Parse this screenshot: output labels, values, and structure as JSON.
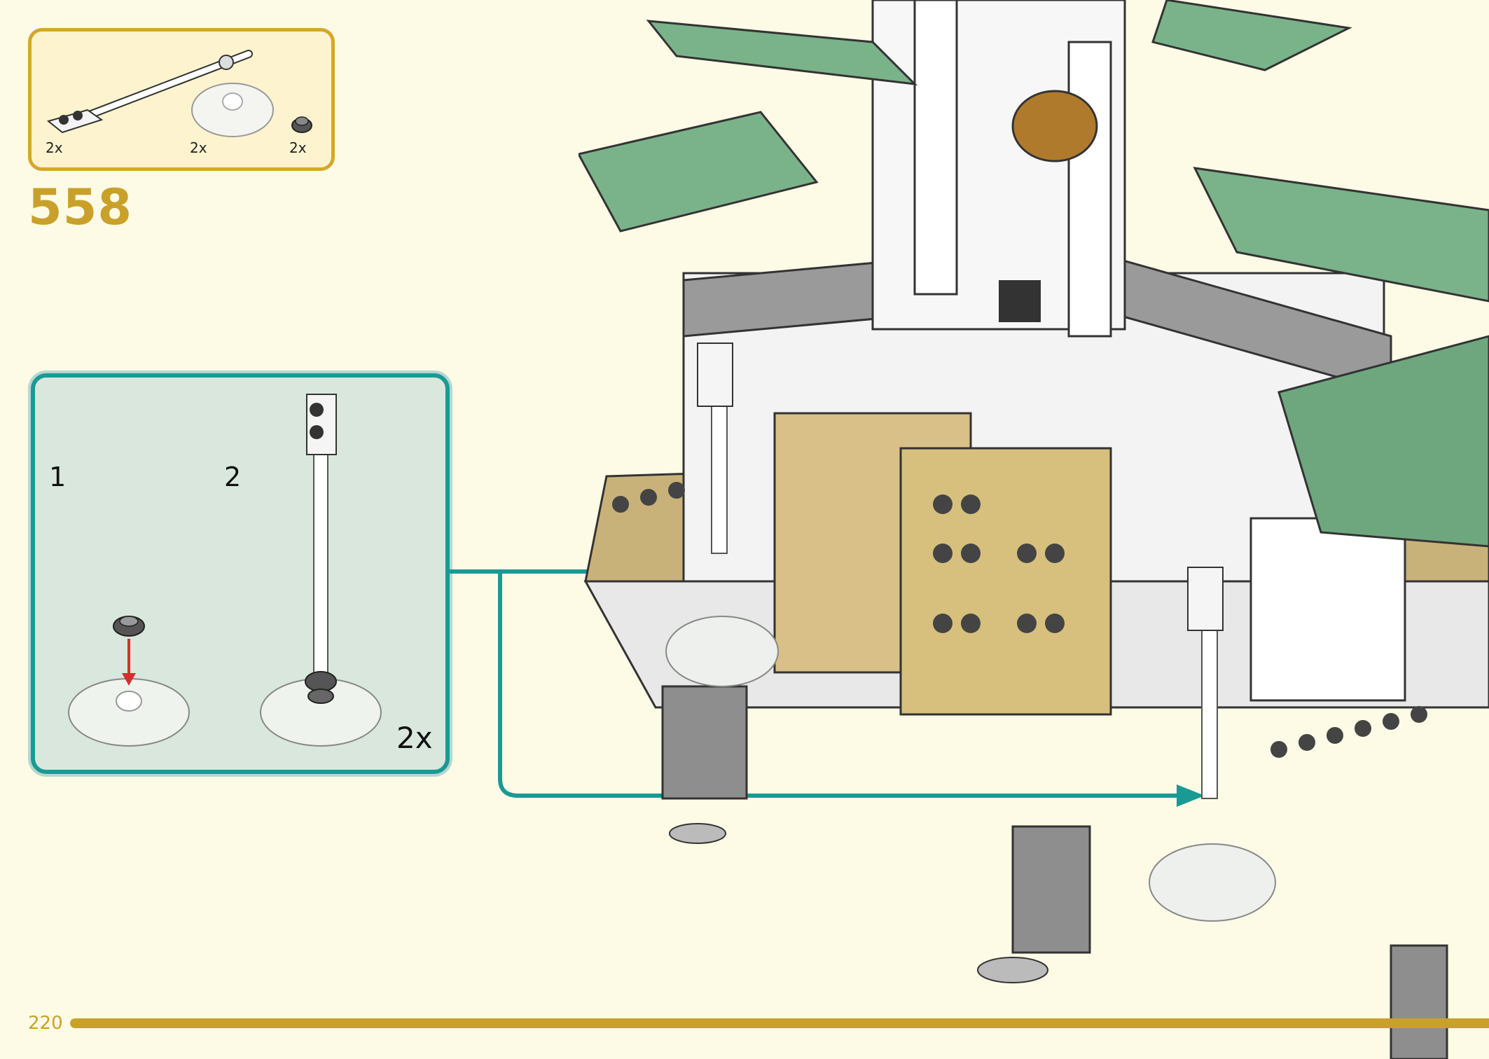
{
  "parts_list": {
    "items": [
      {
        "name": "plate-with-bar",
        "qty": "2x"
      },
      {
        "name": "transparent-round-dish",
        "qty": "2x"
      },
      {
        "name": "round-stud",
        "qty": "2x"
      }
    ]
  },
  "step": {
    "number": "558"
  },
  "substeps": {
    "labels": [
      "1",
      "2"
    ],
    "multiplier": "2x"
  },
  "page": {
    "number": "220",
    "progress": 1.0
  },
  "colors": {
    "accent": "#c9a12a",
    "panel_border": "#1a9a94",
    "arrow": "#1a9a94",
    "insert_arrow": "#d32f2f"
  }
}
